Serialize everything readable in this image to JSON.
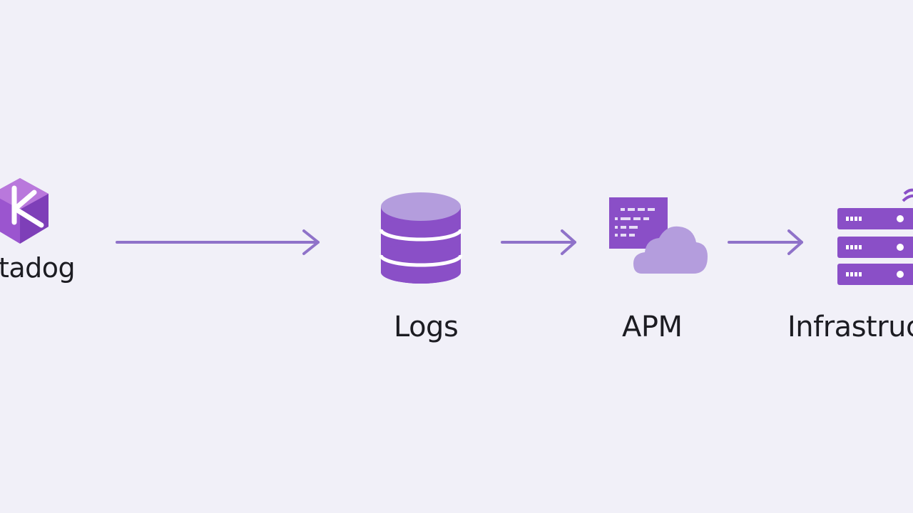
{
  "diagram": {
    "colors": {
      "background": "#f1f0f8",
      "primary": "#8a4fc7",
      "light": "#b49ddd",
      "arrow": "#8f72c9",
      "text": "#1c1c22"
    },
    "source": {
      "label": "tadog",
      "icon": "datadog-logo-icon"
    },
    "nodes": [
      {
        "label": "Logs",
        "icon": "database-icon"
      },
      {
        "label": "APM",
        "icon": "apm-cloud-icon"
      },
      {
        "label": "Infrastruc",
        "icon": "server-rack-icon"
      }
    ],
    "edges": [
      {
        "from": "source",
        "to": "Logs"
      },
      {
        "from": "Logs",
        "to": "APM"
      },
      {
        "from": "APM",
        "to": "Infrastruc"
      }
    ]
  }
}
